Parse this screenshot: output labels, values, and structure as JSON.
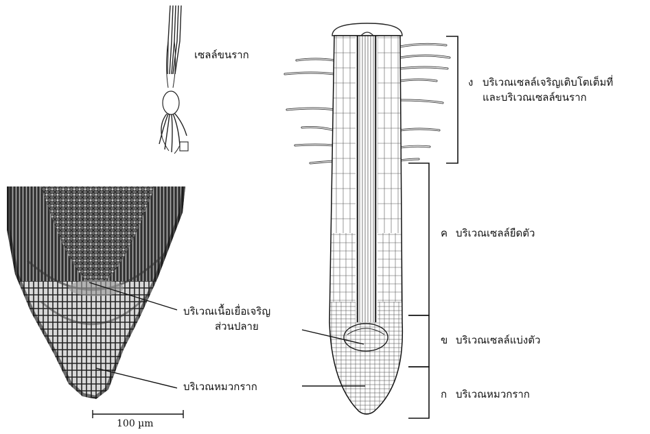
{
  "labels": {
    "root_hair": "เซลล์ขนราก",
    "zone_d_letter": "ง",
    "zone_d_line1": "บริเวณเซลล์เจริญเติบโตเต็มที่",
    "zone_d_line2": "และบริเวณเซลล์ขนราก",
    "zone_c_letter": "ค",
    "zone_c_text": "บริเวณเซลล์ยืดตัว",
    "zone_b_letter": "ข",
    "zone_b_text": "บริเวณเซลล์แบ่งตัว",
    "zone_a_letter": "ก",
    "zone_a_text": "บริเวณหมวกราก",
    "meristem_line1": "บริเวณเนื้อเยื่อเจริญ",
    "meristem_line2": "ส่วนปลาย",
    "root_cap_left": "บริเวณหมวกราก",
    "scale_bar": "100 µm"
  }
}
